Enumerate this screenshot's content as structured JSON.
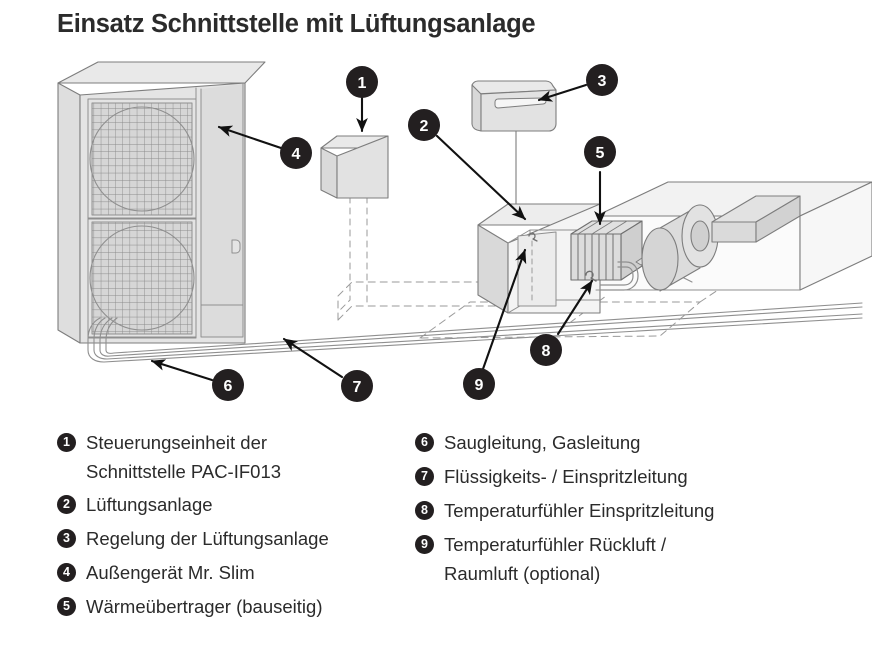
{
  "page": {
    "title": "Einsatz Schnittstelle mit Lüftungsanlage",
    "background_color": "#ffffff",
    "ink_color": "#231f20",
    "fill_light": "#e8e8e8",
    "fill_mid": "#d4d4d4",
    "fill_dark": "#c2c2c2",
    "line_color": "#7d7d7d"
  },
  "callouts": [
    {
      "id": "1",
      "label": "1"
    },
    {
      "id": "2",
      "label": "2"
    },
    {
      "id": "3",
      "label": "3"
    },
    {
      "id": "4",
      "label": "4"
    },
    {
      "id": "5",
      "label": "5"
    },
    {
      "id": "6",
      "label": "6"
    },
    {
      "id": "7",
      "label": "7"
    },
    {
      "id": "8",
      "label": "8"
    },
    {
      "id": "9",
      "label": "9"
    }
  ],
  "legend": {
    "left_column": [
      {
        "num": "1",
        "text": "Steuerungseinheit der\nSchnittstelle PAC-IF013"
      },
      {
        "num": "2",
        "text": "Lüftungsanlage"
      },
      {
        "num": "3",
        "text": "Regelung der Lüftungsanlage"
      },
      {
        "num": "4",
        "text": "Außengerät Mr. Slim"
      },
      {
        "num": "5",
        "text": "Wärmeübertrager (bauseitig)"
      }
    ],
    "right_column": [
      {
        "num": "6",
        "text": "Saugleitung, Gasleitung"
      },
      {
        "num": "7",
        "text": "Flüssigkeits- / Einspritzleitung"
      },
      {
        "num": "8",
        "text": "Temperaturfühler Einspritzleitung"
      },
      {
        "num": "9",
        "text": "Temperaturfühler Rückluft /\nRaumluft (optional)"
      }
    ]
  },
  "diagram_parts": {
    "outdoor_unit": "Außengerät Mr. Slim",
    "control_unit": "Steuerungseinheit PAC-IF013",
    "regulation_box": "Regelung der Lüftungsanlage",
    "ventilation_housing": "Lüftungsanlage",
    "heat_exchanger": "Wärmeübertrager",
    "blower_fan": "Ventilator",
    "suction_pipe": "Saugleitung, Gasleitung",
    "liquid_pipe": "Flüssigkeits- / Einspritzleitung",
    "sensor_injection": "Temperaturfühler Einspritzleitung",
    "sensor_return_air": "Temperaturfühler Rückluft / Raumluft"
  }
}
